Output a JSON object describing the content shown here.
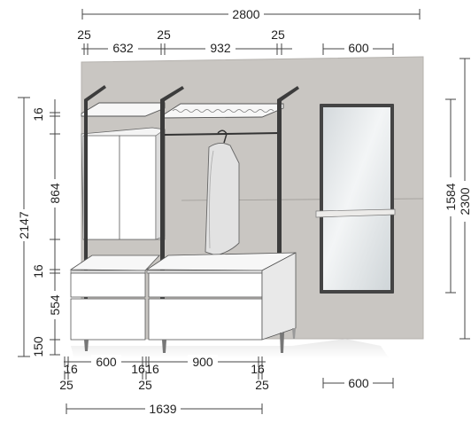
{
  "dimensions": {
    "top": {
      "total_width": "2800",
      "side_gap_left": "25",
      "module_left_width": "632",
      "side_gap_middle": "25",
      "module_right_width": "932",
      "side_gap_right": "25",
      "mirror_width": "600"
    },
    "left": {
      "total_height": "2147",
      "upper_shelf_thickness": "16",
      "wardrobe_height": "864",
      "lower_top_thickness": "16",
      "drawer_unit_height": "554",
      "legs_height": "150"
    },
    "right": {
      "mirror_height": "1584",
      "panel_height": "2300"
    },
    "bottom": {
      "upright_left": "16",
      "gap_left": "25",
      "unit_left_width": "600",
      "upright_mid_a": "16",
      "upright_mid_b": "16",
      "gap_mid": "25",
      "unit_right_width": "900",
      "upright_right": "16",
      "gap_right": "25",
      "total_width": "1639",
      "mirror_width": "600"
    }
  },
  "colors": {
    "wall": "#c9c6c2",
    "furniture": "#ffffff",
    "upright": "#3c3c3c",
    "mirror_frame": "#444444",
    "mirror_glass": "#e9ecee",
    "line": "#444444"
  }
}
